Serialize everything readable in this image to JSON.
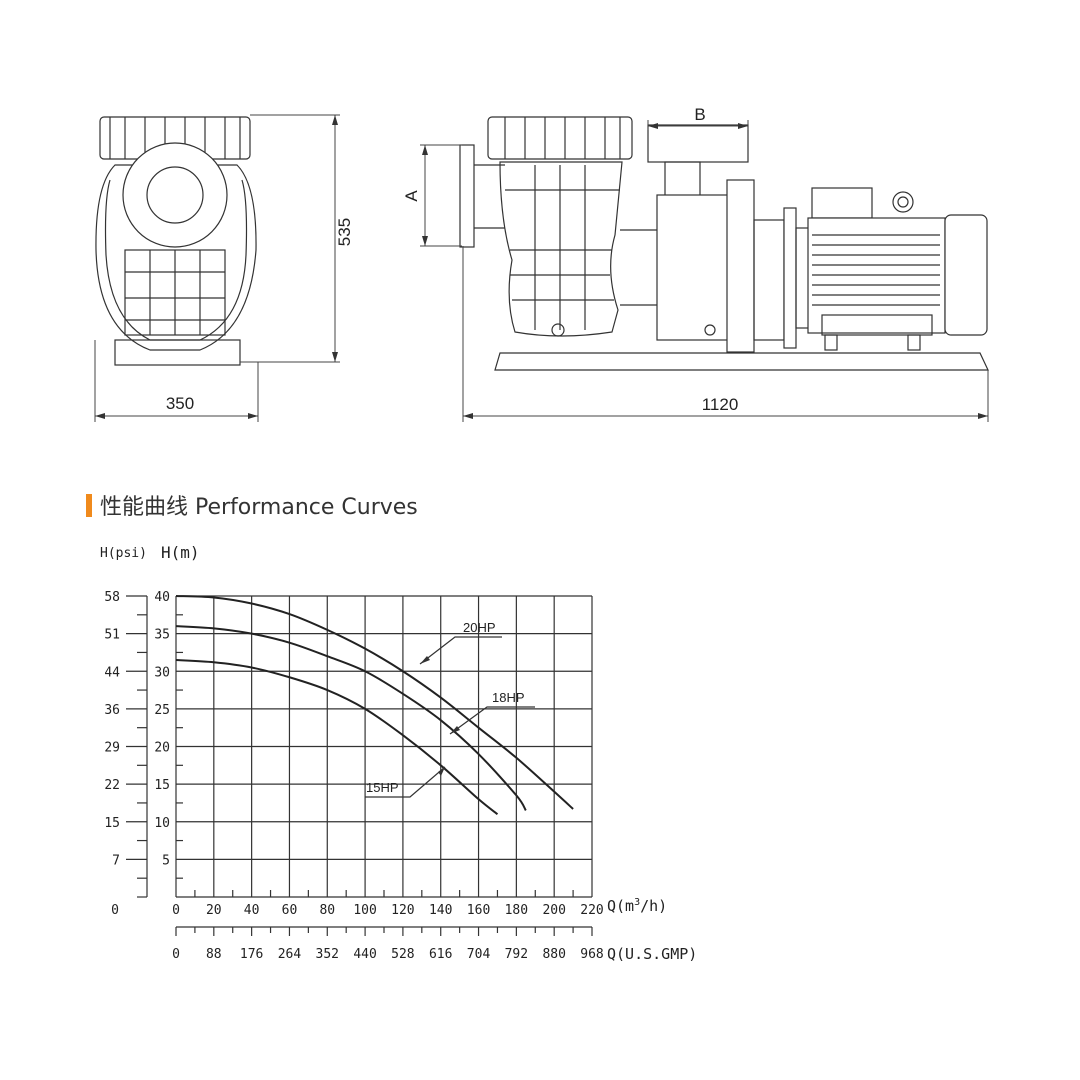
{
  "drawing": {
    "dim_height": "535",
    "dim_width_front": "350",
    "dim_length": "1120",
    "dim_a": "A",
    "dim_b": "B"
  },
  "section": {
    "title": "性能曲线 Performance Curves",
    "accent_color": "#f08a1c"
  },
  "chart_data": {
    "type": "line",
    "title": "性能曲线 Performance Curves",
    "xlabel": "Q(m³/h)",
    "xlabel_base": "Q(m",
    "xlabel_sup": "3",
    "xlabel_tail": "/h)",
    "x2label": "Q(U.S.GMP)",
    "ylabel": "H(m)",
    "y2label": "H(psi)",
    "xlim": [
      0,
      220
    ],
    "ylim": [
      0,
      40
    ],
    "grid": true,
    "x_ticks": [
      "0",
      "20",
      "40",
      "60",
      "80",
      "100",
      "120",
      "140",
      "160",
      "180",
      "200",
      "220"
    ],
    "x2_ticks": [
      "0",
      "88",
      "176",
      "264",
      "352",
      "440",
      "528",
      "616",
      "704",
      "792",
      "880",
      "968"
    ],
    "y_ticks": [
      "5",
      "10",
      "15",
      "20",
      "25",
      "30",
      "35",
      "40"
    ],
    "y_tick_values": [
      5,
      10,
      15,
      20,
      25,
      30,
      35,
      40
    ],
    "y2_ticks": [
      "0",
      "7",
      "15",
      "22",
      "29",
      "36",
      "44",
      "51",
      "58"
    ],
    "series": [
      {
        "name": "20HP",
        "points": [
          [
            0,
            40
          ],
          [
            20,
            39.8
          ],
          [
            40,
            39
          ],
          [
            60,
            37.6
          ],
          [
            80,
            35.5
          ],
          [
            100,
            33
          ],
          [
            120,
            30
          ],
          [
            140,
            26.5
          ],
          [
            160,
            22.5
          ],
          [
            180,
            18.5
          ],
          [
            200,
            14
          ],
          [
            210,
            11.7
          ]
        ]
      },
      {
        "name": "18HP",
        "points": [
          [
            0,
            36
          ],
          [
            20,
            35.7
          ],
          [
            40,
            35
          ],
          [
            60,
            33.8
          ],
          [
            80,
            32
          ],
          [
            100,
            30
          ],
          [
            120,
            27
          ],
          [
            140,
            23.5
          ],
          [
            160,
            19
          ],
          [
            180,
            13.5
          ],
          [
            185,
            11.5
          ]
        ]
      },
      {
        "name": "15HP",
        "points": [
          [
            0,
            31.5
          ],
          [
            20,
            31.2
          ],
          [
            40,
            30.5
          ],
          [
            60,
            29.2
          ],
          [
            80,
            27.5
          ],
          [
            100,
            25
          ],
          [
            120,
            21.5
          ],
          [
            140,
            17.5
          ],
          [
            160,
            13
          ],
          [
            170,
            11
          ]
        ]
      }
    ]
  }
}
